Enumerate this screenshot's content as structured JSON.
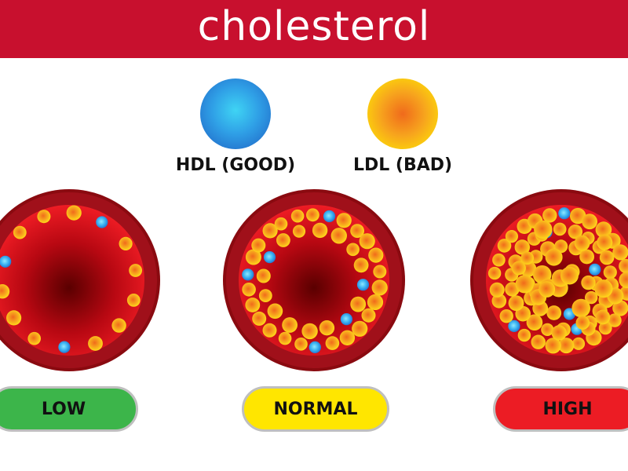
{
  "header": {
    "title": "cholesterol",
    "color": "#c8102e"
  },
  "legend": [
    {
      "label": "HDL (GOOD)",
      "type": "hdl",
      "colors": [
        "#3fd4f4",
        "#1e5fc2"
      ]
    },
    {
      "label": "LDL (BAD)",
      "type": "ldl",
      "colors": [
        "#f06a1c",
        "#fff000"
      ]
    }
  ],
  "levels": [
    {
      "label": "LOW",
      "color": "#3cb54a"
    },
    {
      "label": "NORMAL",
      "color": "#ffe600"
    },
    {
      "label": "HIGH",
      "color": "#ec1c24"
    }
  ]
}
